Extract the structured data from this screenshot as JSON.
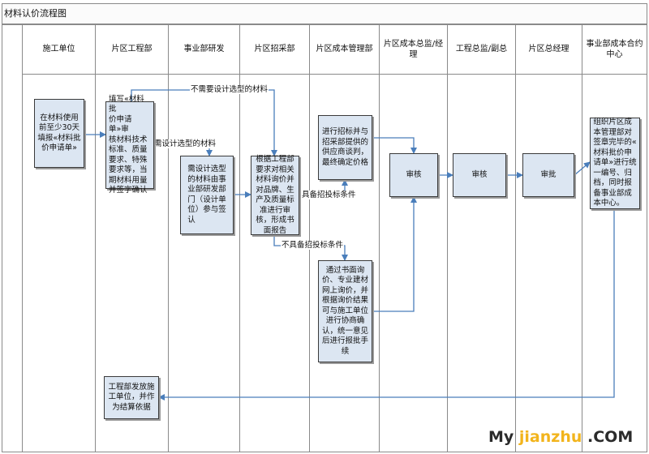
{
  "title": "材料认价流程图",
  "lanes": [
    {
      "id": "sg",
      "name": "施工单位"
    },
    {
      "id": "gc",
      "name": "片区工程部"
    },
    {
      "id": "yf",
      "name": "事业部研发"
    },
    {
      "id": "zc",
      "name": "片区招采部"
    },
    {
      "id": "cb",
      "name": "片区成本管理部"
    },
    {
      "id": "cbzj",
      "name": "片区成本总监/经理"
    },
    {
      "id": "gczj",
      "name": "工程总监/副总"
    },
    {
      "id": "zjl",
      "name": "片区总经理"
    },
    {
      "id": "hy",
      "name": "事业部成本合约中心"
    }
  ],
  "nodes": {
    "n1": "在材料使用\n前至少30天\n填报«材料批\n价申请单»",
    "n2": "填写«材料批\n价申请单»审\n核材料技术\n标准、质量\n要求、特殊\n要求等，当\n期材料用量\n并签字确认",
    "n3": "需设计选型\n的材料由事\n业部研发部\n门（设计单\n位）参与签\n认",
    "n4": "根据工程部\n要求对相关\n材料询价并\n对品牌、生\n产及质量标\n准进行审\n核，形成书\n面报告",
    "n5": "进行招标并与\n招采部提供的\n供应商谈判，\n最终确定价格",
    "n6": "通过书面询\n价、专业建材\n网上询价，并\n根据询价结果\n可与施工单位\n进行协商确\n认，统一意见\n后进行报批手\n续",
    "n7": "审核",
    "n8": "审核",
    "n9": "审批",
    "n10": "组织片区成\n本管理部对\n签章完毕的«\n材料批价申\n请单»进行统\n一编号、归\n档，同时报\n备事业部成\n本中心。",
    "n11": "工程部发放施\n工单位，并作\n为结算依据"
  },
  "edge_labels": {
    "no_design": "不需要设计选型的材料",
    "need_design": "需设计选型的材料",
    "has_bid": "具备招投标条件",
    "no_bid": "不具备招投标条件"
  },
  "watermark": {
    "my": "My",
    "mid": " jianzhu",
    "com": " .COM"
  },
  "colors": {
    "node_fill": "#dce6f2",
    "node_border": "#3a3a3a",
    "edge": "#4a7ebb",
    "grid": "#8a8a8a"
  }
}
